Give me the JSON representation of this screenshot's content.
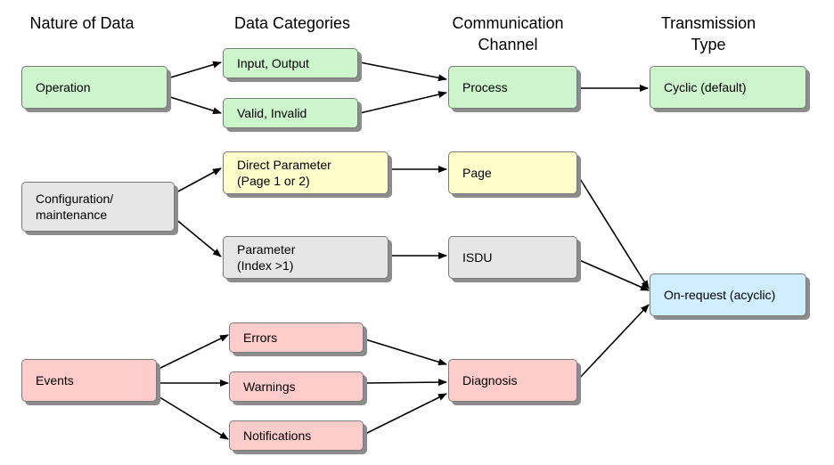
{
  "headers": {
    "nature": "Nature of Data",
    "categories": "Data Categories",
    "channel": "Communication\nChannel",
    "transmission": "Transmission\nType"
  },
  "nature": {
    "operation": "Operation",
    "configuration": "Configuration/\nmaintenance",
    "events": "Events"
  },
  "categories": {
    "input_output": "Input, Output",
    "valid_invalid": "Valid, Invalid",
    "direct_parameter": "Direct Parameter\n(Page 1 or 2)",
    "parameter": "Parameter\n(Index >1)",
    "errors": "Errors",
    "warnings": "Warnings",
    "notifications": "Notifications"
  },
  "channels": {
    "process": "Process",
    "page": "Page",
    "isdu": "ISDU",
    "diagnosis": "Diagnosis"
  },
  "transmission": {
    "cyclic": "Cyclic (default)",
    "on_request": "On-request (acyclic)"
  },
  "colors": {
    "operation_fill": "#ccf5cc",
    "direct_parameter_fill": "#ffffcc",
    "configuration_fill": "#e6e6e6",
    "events_fill": "#ffcccc",
    "on_request_fill": "#cfeeff",
    "arrow": "#000000"
  }
}
